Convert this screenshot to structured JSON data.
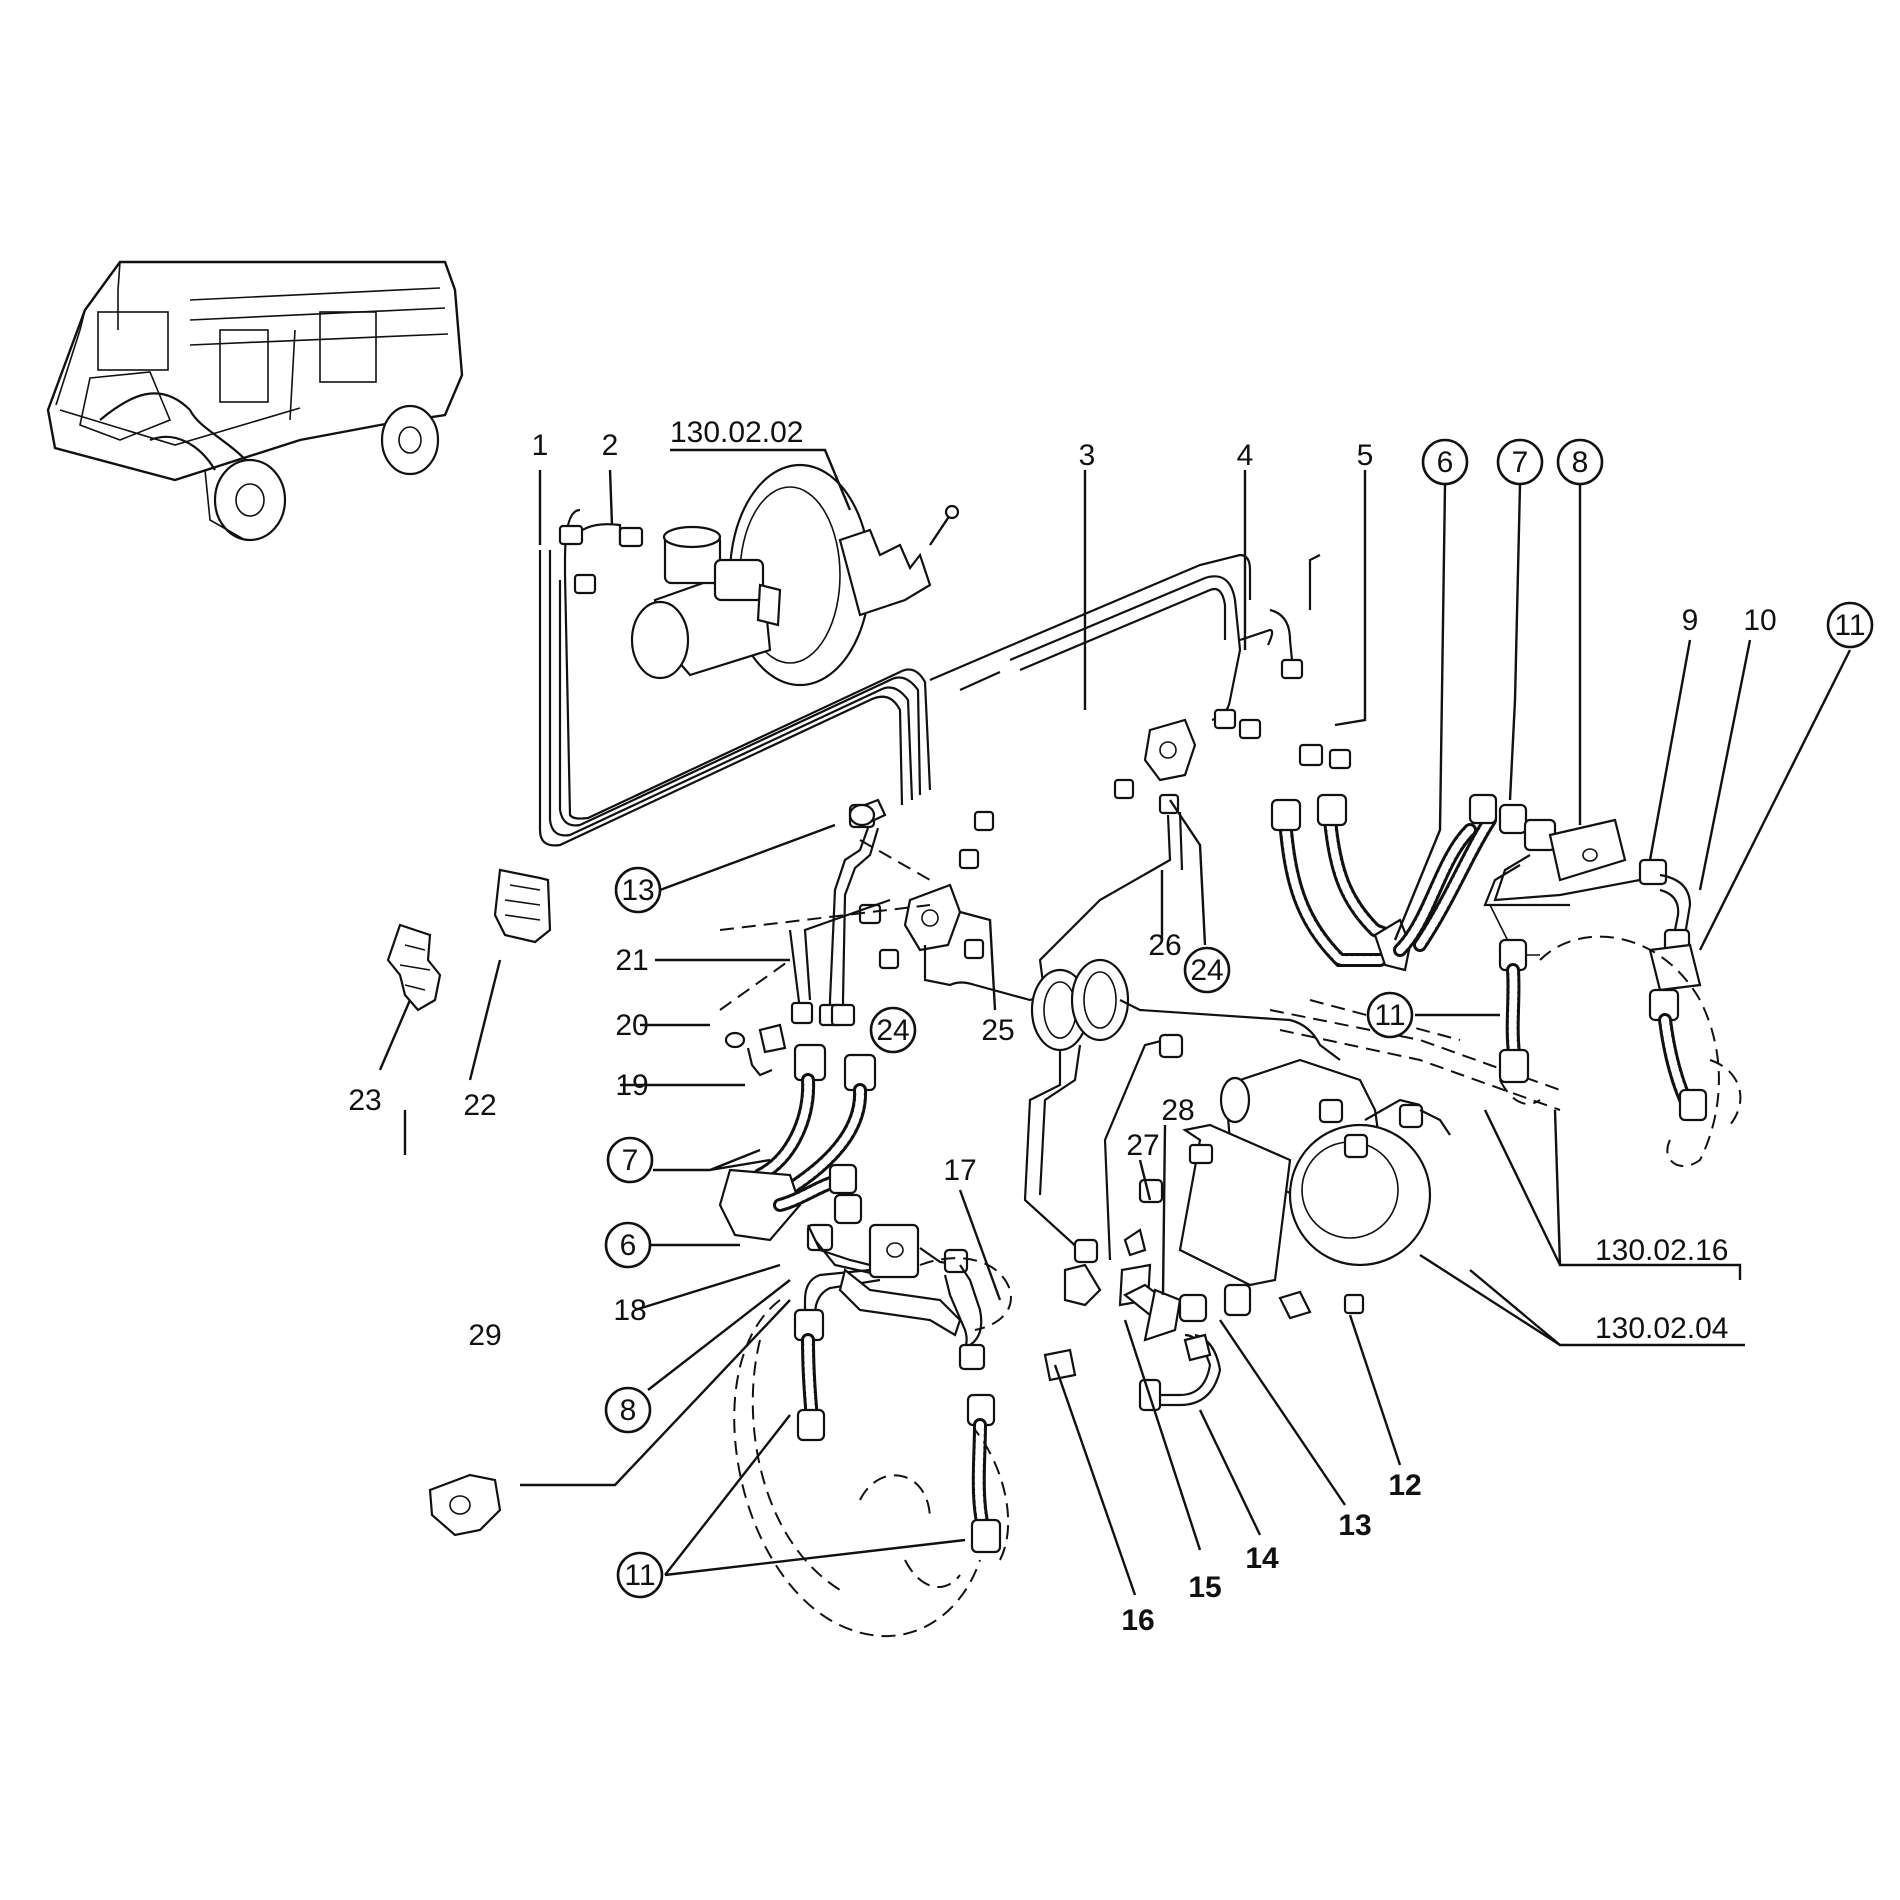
{
  "diagram": {
    "callouts": {
      "c1": "1",
      "c2": "2",
      "c3": "3",
      "c4": "4",
      "c5": "5",
      "c6a": "6",
      "c7a": "7",
      "c8a": "8",
      "c9": "9",
      "c10": "10",
      "c11a": "11",
      "c11b": "11",
      "c11c": "11",
      "c12": "12",
      "c13a": "13",
      "c13b": "13",
      "c14": "14",
      "c15": "15",
      "c16": "16",
      "c17": "17",
      "c18": "18",
      "c19": "19",
      "c20": "20",
      "c21": "21",
      "c22": "22",
      "c23": "23",
      "c24a": "24",
      "c24b": "24",
      "c25": "25",
      "c26": "26",
      "c27": "27",
      "c28": "28",
      "c29": "29",
      "c6b": "6",
      "c7b": "7",
      "c8b": "8"
    },
    "references": {
      "ref_master": "130.02.02",
      "ref_rear": "130.02.16",
      "ref_reg": "130.02.04"
    }
  }
}
